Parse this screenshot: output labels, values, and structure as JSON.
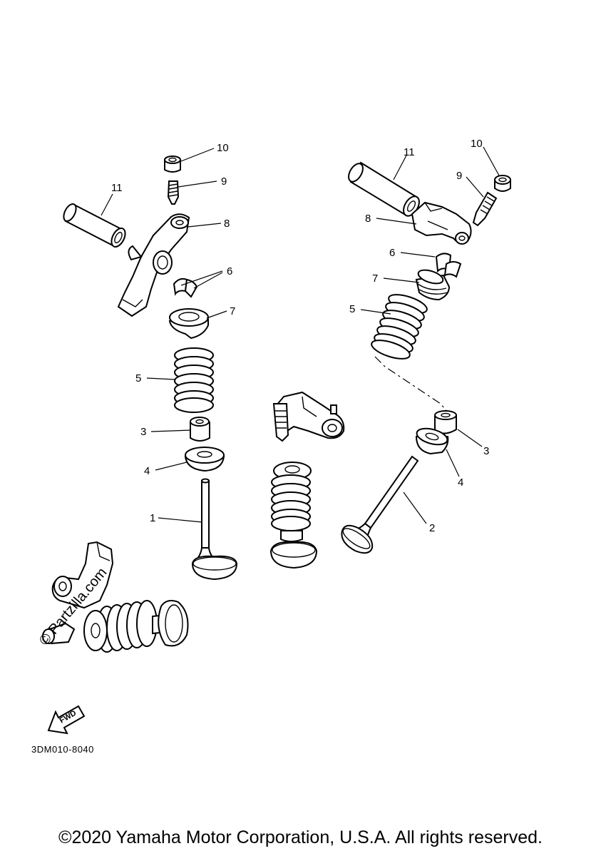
{
  "callouts": {
    "left": {
      "l10": "10",
      "l9": "9",
      "l11": "11",
      "l8": "8",
      "l6": "6",
      "l7": "7",
      "l5": "5",
      "l3": "3",
      "l4": "4",
      "l1": "1"
    },
    "right": {
      "l11": "11",
      "l10": "10",
      "l9": "9",
      "l8": "8",
      "l6": "6",
      "l7": "7",
      "l5": "5",
      "l3": "3",
      "l4": "4",
      "l2": "2"
    }
  },
  "fwd_label": "FWD",
  "diagram_code": "3DM010-8040",
  "watermark": "© Partzilla.com",
  "copyright": "©2020 Yamaha Motor Corporation, U.S.A. All rights reserved."
}
